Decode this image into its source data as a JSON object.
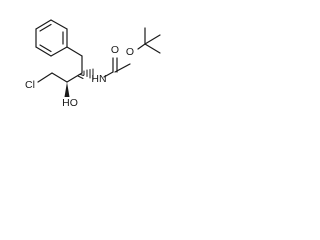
{
  "molecule": {
    "atoms": {
      "o_carbonyl": "O",
      "o_ester": "O",
      "n_amide": "HN",
      "chlorine": "Cl",
      "hydroxyl": "HO"
    }
  }
}
